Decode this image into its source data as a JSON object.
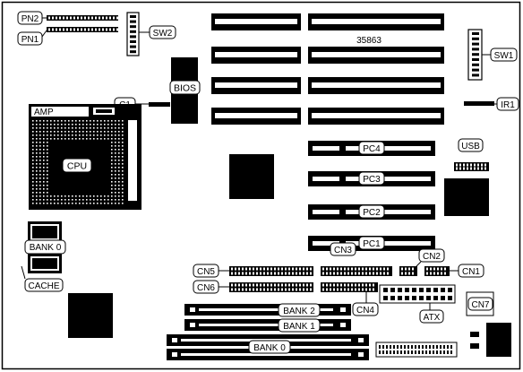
{
  "labels": {
    "pn2": "PN2",
    "pn1": "PN1",
    "sw2": "SW2",
    "sw1": "SW1",
    "serial": "35863",
    "bios": "BIOS",
    "amp": "AMP",
    "c1": "C1",
    "ir1": "IR1",
    "cpu": "CPU",
    "usb": "USB",
    "pc4": "PC4",
    "pc3": "PC3",
    "pc2": "PC2",
    "pc1": "PC1",
    "bank0_cache": "BANK 0",
    "cache": "CACHE",
    "cn5": "CN5",
    "cn3": "CN3",
    "cn2": "CN2",
    "cn1": "CN1",
    "cn6": "CN6",
    "cn4": "CN4",
    "atx": "ATX",
    "cn7": "CN7",
    "bank2": "BANK 2",
    "bank1": "BANK 1",
    "bank0_simm": "BANK 0"
  }
}
